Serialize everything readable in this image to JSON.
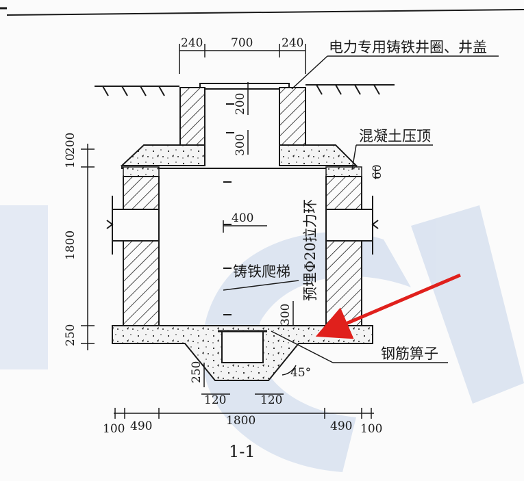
{
  "drawing": {
    "top_dims": [
      "240",
      "700",
      "240"
    ],
    "label_cover": "电力专用铸铁井圈、井盖",
    "label_top": "混凝土压顶",
    "label_ladder": "铸铁爬梯",
    "label_ring": "预埋Φ20拉力环",
    "label_grate": "钢筋箅子",
    "dim_200": "200",
    "dim_300_upper": "300",
    "dim_400": "400",
    "dim_300_lower": "300",
    "dim_60": "60",
    "left_dims": [
      "10",
      "200",
      "1800",
      "250"
    ],
    "pit_dims": [
      "250",
      "120",
      "120"
    ],
    "angle": "45°",
    "bottom_dims": [
      "100",
      "490",
      "1800",
      "490",
      "100"
    ],
    "caption": "1-1"
  },
  "colors": {
    "ink": "#1a1a1a",
    "arrow": "#e0201c",
    "watermark": "#c4d3ea",
    "paper": "#fbfbfb"
  }
}
